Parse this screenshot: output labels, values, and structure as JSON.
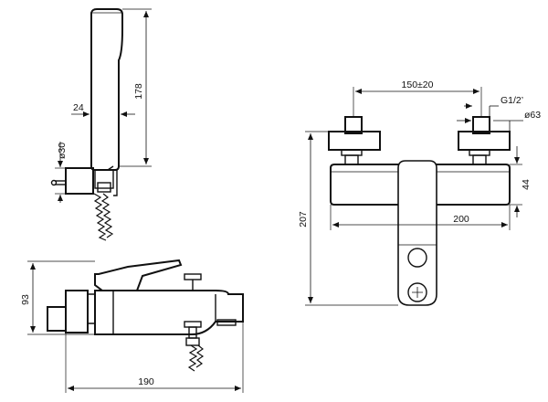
{
  "dimensions": {
    "shower_head_length": "178",
    "shower_head_width": "24",
    "holder_diameter": "ø30",
    "mixer_height": "93",
    "mixer_depth": "190",
    "center_distance": "150±20",
    "connection_thread": "G1/2’",
    "flange_diameter": "ø63",
    "body_height": "44",
    "body_width": "200",
    "total_height": "207"
  }
}
